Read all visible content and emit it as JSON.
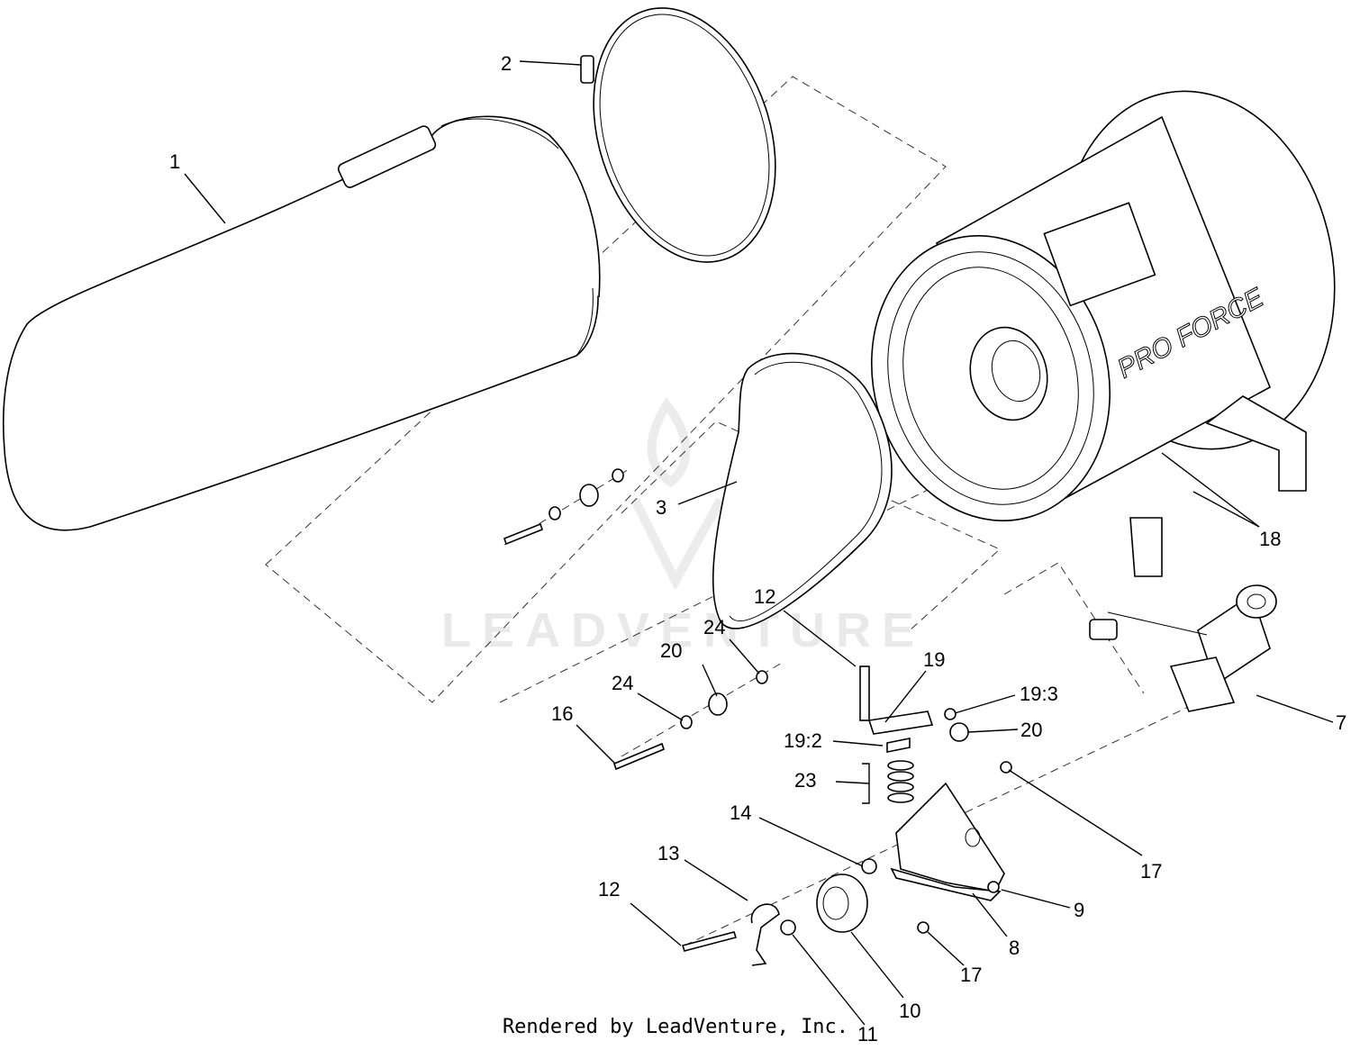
{
  "watermark": "LEADVENTURE",
  "decal_text": "PRO FORCE",
  "footer_text": "Rendered by LeadVenture, Inc.",
  "callouts": [
    {
      "id": "c1",
      "label": "1"
    },
    {
      "id": "c2",
      "label": "2"
    },
    {
      "id": "c3",
      "label": "3"
    },
    {
      "id": "c7",
      "label": "7"
    },
    {
      "id": "c8",
      "label": "8"
    },
    {
      "id": "c9",
      "label": "9"
    },
    {
      "id": "c10",
      "label": "10"
    },
    {
      "id": "c11",
      "label": "11"
    },
    {
      "id": "c12a",
      "label": "12"
    },
    {
      "id": "c12b",
      "label": "12"
    },
    {
      "id": "c13",
      "label": "13"
    },
    {
      "id": "c14",
      "label": "14"
    },
    {
      "id": "c16",
      "label": "16"
    },
    {
      "id": "c17a",
      "label": "17"
    },
    {
      "id": "c17b",
      "label": "17"
    },
    {
      "id": "c18",
      "label": "18"
    },
    {
      "id": "c19",
      "label": "19"
    },
    {
      "id": "c19_2",
      "label": "19:2"
    },
    {
      "id": "c19_3",
      "label": "19:3"
    },
    {
      "id": "c20a",
      "label": "20"
    },
    {
      "id": "c20b",
      "label": "20"
    },
    {
      "id": "c23",
      "label": "23"
    },
    {
      "id": "c24a",
      "label": "24"
    },
    {
      "id": "c24b",
      "label": "24"
    }
  ]
}
